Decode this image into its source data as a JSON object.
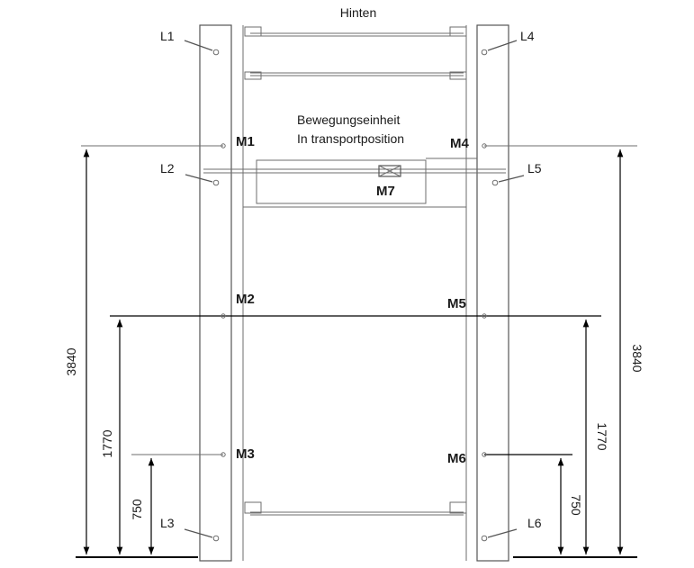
{
  "header": {
    "title": "Hinten"
  },
  "note": {
    "line1": "Bewegungseinheit",
    "line2": "In transportposition"
  },
  "points": {
    "L1": "L1",
    "L2": "L2",
    "L3": "L3",
    "L4": "L4",
    "L5": "L5",
    "L6": "L6",
    "M1": "M1",
    "M2": "M2",
    "M3": "M3",
    "M4": "M4",
    "M5": "M5",
    "M6": "M6",
    "M7": "M7"
  },
  "dimensions": {
    "left_outer": "3840",
    "left_middle": "1770",
    "left_inner": "750",
    "right_outer": "3840",
    "right_middle": "1770",
    "right_inner": "750"
  },
  "colors": {
    "line": "#6e6e6e",
    "dimension": "#000000",
    "background": "#ffffff"
  }
}
